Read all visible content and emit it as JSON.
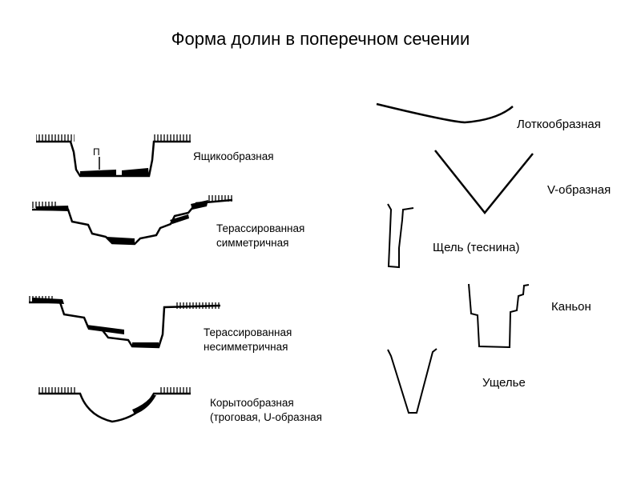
{
  "title": "Форма долин в поперечном сечении",
  "left_column": {
    "box_shaped": {
      "label": "Ящикообразная",
      "marker": "П"
    },
    "terraced_symmetric": {
      "label_line1": "Терассированная",
      "label_line2": "симметричная"
    },
    "terraced_asymmetric": {
      "label_line1": "Терассированная",
      "label_line2": "несимметричная"
    },
    "trough": {
      "label_line1": "Корытообразная",
      "label_line2": "(троговая, U-образная"
    }
  },
  "right_column": {
    "tray": {
      "label": "Лоткообразная"
    },
    "v_shaped": {
      "label": "V-образная"
    },
    "slot": {
      "label": "Щель (теснина)"
    },
    "canyon": {
      "label": "Каньон"
    },
    "gorge": {
      "label": "Ущелье"
    }
  }
}
